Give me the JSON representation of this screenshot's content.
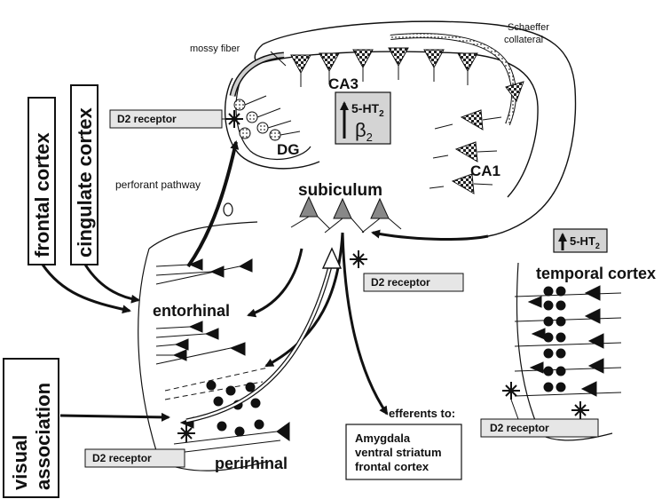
{
  "labels": {
    "mossy_fiber": "mossy fiber",
    "schaeffer_1": "Schaeffer",
    "schaeffer_2": "collateral",
    "ca3": "CA3",
    "ca1": "CA1",
    "dg": "DG",
    "subiculum": "subiculum",
    "perforant_pathway": "perforant pathway",
    "entorhinal": "entorhinal",
    "perirhinal": "perirhinal",
    "temporal_cortex": "temporal cortex",
    "efferents": "efferents to:",
    "efferent_targets": [
      "Amygdala",
      "ventral striatum",
      "frontal cortex"
    ],
    "frontal_cortex": "frontal cortex",
    "cingulate_cortex": "cingulate cortex",
    "visual_1": "visual",
    "visual_2": "association"
  },
  "receptor_label": "D2  receptor",
  "receptor_boxes": [
    "dg",
    "subiculum",
    "perirhinal",
    "temporal"
  ],
  "serotonin": {
    "hippocampus_prefix": "5-HT",
    "hippocampus_sub": "2",
    "beta": "β",
    "beta_sub": "2",
    "temporal_prefix": "5-HT",
    "temporal_sub": "2"
  },
  "colors": {
    "ink": "#111111",
    "box_fill": "#d4d4d4",
    "receptor_box": "#e6e6e6"
  }
}
